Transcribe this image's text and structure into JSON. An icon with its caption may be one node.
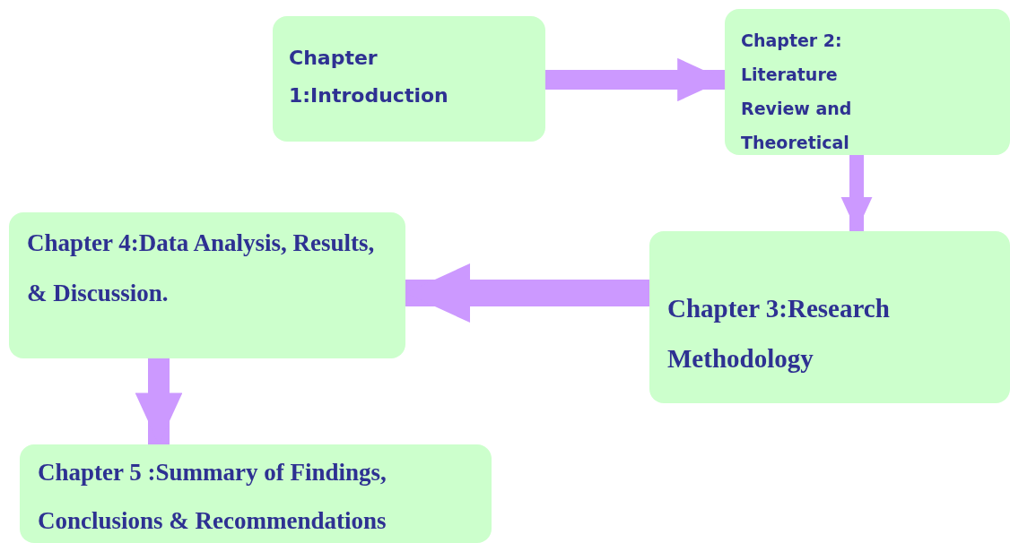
{
  "diagram": {
    "nodes": [
      {
        "text": [
          "Chapter 1:Introduction"
        ]
      },
      {
        "text": [
          "Chapter 2: Literature Review and Theoretical"
        ]
      },
      {
        "text": [
          "Chapter 3:Research Methodology"
        ]
      },
      {
        "text": [
          "Chapter 4:Data Analysis, Results, & Discussion."
        ]
      },
      {
        "text": [
          "Chapter 5 :Summary of Findings, Conclusions & Recommendations"
        ]
      }
    ],
    "edges": [
      {
        "from": 0,
        "to": 1,
        "arrow": "to"
      },
      {
        "from": 1,
        "to": 2,
        "arrow": "to"
      },
      {
        "from": 2,
        "to": 3,
        "arrow": "to"
      },
      {
        "from": 3,
        "to": 4,
        "arrow": "to"
      }
    ]
  }
}
